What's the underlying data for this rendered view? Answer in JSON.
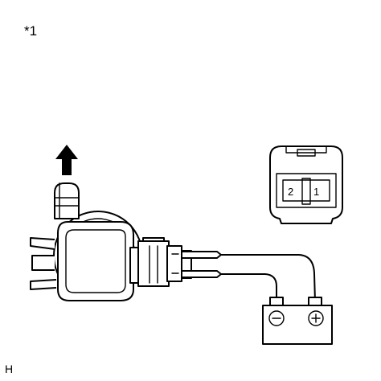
{
  "figure": {
    "callout_label": "*1",
    "illustration_id": "H",
    "connector_pins": [
      "2",
      "1"
    ]
  },
  "icons": {
    "arrow": "arrow-up-icon",
    "battery_negative": "minus-icon",
    "battery_positive": "plus-icon"
  }
}
